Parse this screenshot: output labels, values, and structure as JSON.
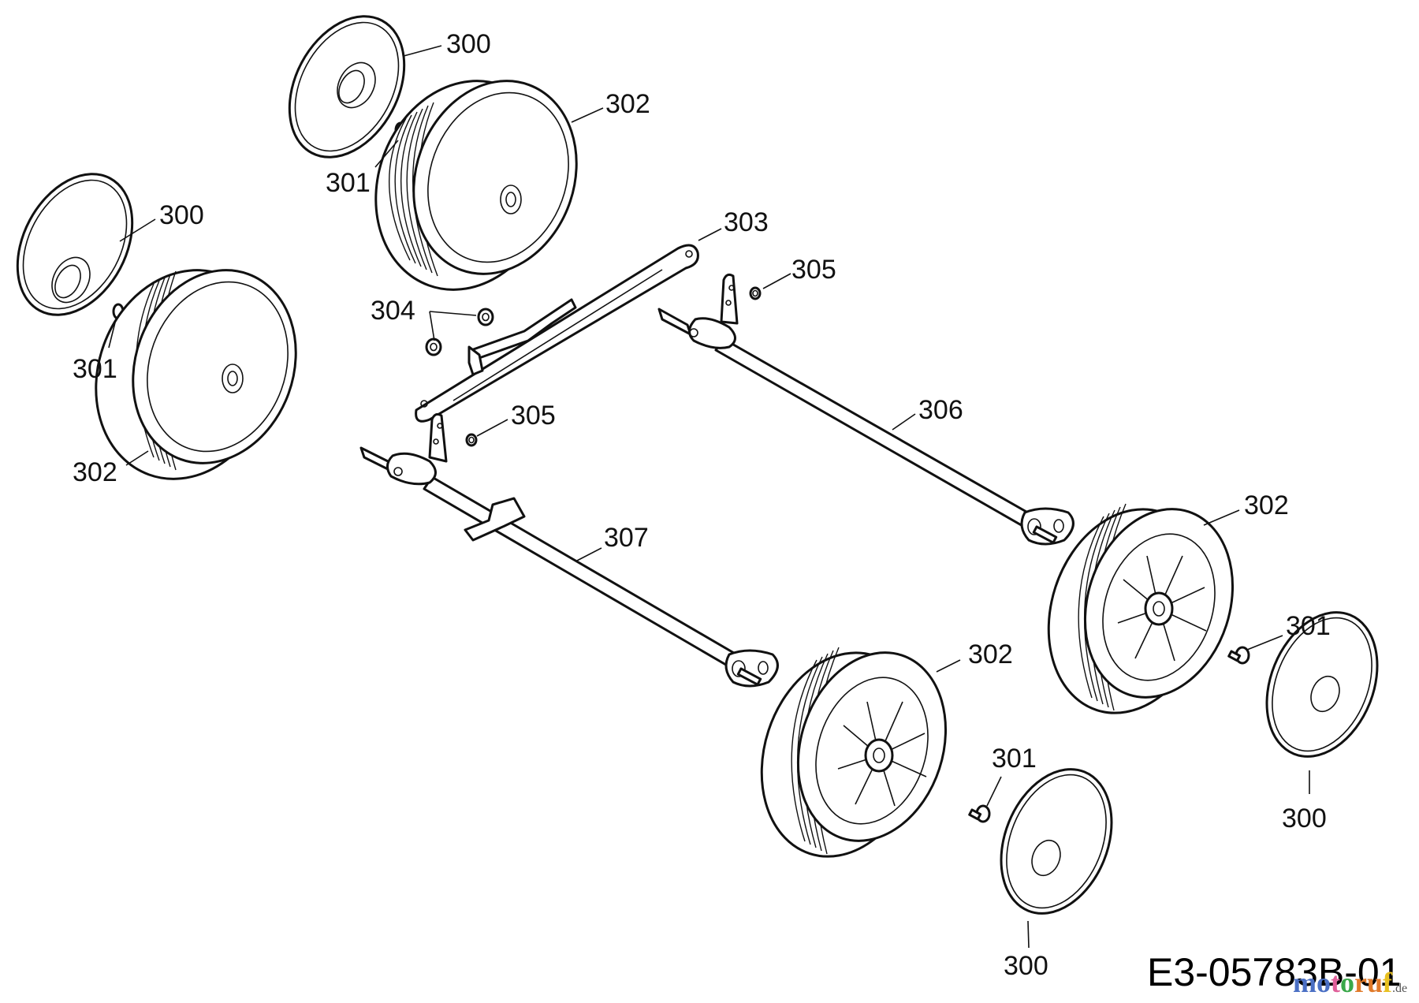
{
  "diagram": {
    "title": "Wheel and axle assembly exploded view",
    "drawing_number": "E3-05783B-01",
    "callouts": [
      {
        "id": "c300a",
        "ref": "300",
        "part": "wheel cap"
      },
      {
        "id": "c301a",
        "ref": "301",
        "part": "wheel screw"
      },
      {
        "id": "c302a",
        "ref": "302",
        "part": "wheel"
      },
      {
        "id": "c300b",
        "ref": "300",
        "part": "wheel cap"
      },
      {
        "id": "c301b",
        "ref": "301",
        "part": "wheel screw"
      },
      {
        "id": "c302b",
        "ref": "302",
        "part": "wheel"
      },
      {
        "id": "c303",
        "ref": "303",
        "part": "height adjustment bar"
      },
      {
        "id": "c304",
        "ref": "304",
        "part": "nut"
      },
      {
        "id": "c305a",
        "ref": "305",
        "part": "retaining clip"
      },
      {
        "id": "c305b",
        "ref": "305",
        "part": "retaining clip"
      },
      {
        "id": "c306",
        "ref": "306",
        "part": "rear axle"
      },
      {
        "id": "c307",
        "ref": "307",
        "part": "front axle"
      },
      {
        "id": "c302c",
        "ref": "302",
        "part": "wheel"
      },
      {
        "id": "c301c",
        "ref": "301",
        "part": "wheel screw"
      },
      {
        "id": "c300c",
        "ref": "300",
        "part": "wheel cap"
      },
      {
        "id": "c302d",
        "ref": "302",
        "part": "wheel"
      },
      {
        "id": "c301d",
        "ref": "301",
        "part": "wheel screw"
      },
      {
        "id": "c300d",
        "ref": "300",
        "part": "wheel cap"
      }
    ]
  },
  "watermark": {
    "letters": [
      {
        "char": "m",
        "color": "#4a6fc4"
      },
      {
        "char": "o",
        "color": "#4a6fc4"
      },
      {
        "char": "t",
        "color": "#e0609a"
      },
      {
        "char": "o",
        "color": "#3aa84a"
      },
      {
        "char": "r",
        "color": "#e07a2a"
      },
      {
        "char": "u",
        "color": "#e07a2a"
      },
      {
        "char": "f",
        "color": "#e8c020"
      }
    ],
    "tld": ".de"
  }
}
